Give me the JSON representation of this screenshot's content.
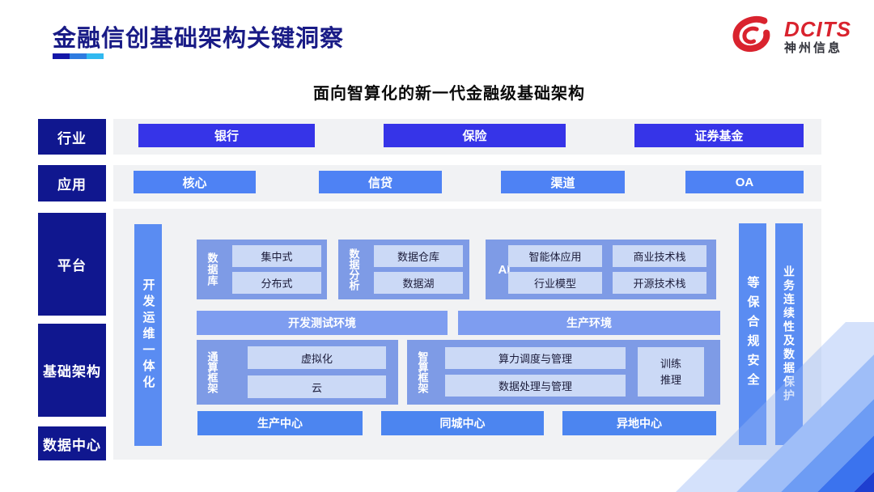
{
  "header": {
    "title": "金融信创基础架构关键洞察",
    "logo_brand": "DCITS",
    "logo_company": "神州信息"
  },
  "subtitle": "面向智算化的新一代金融级基础架构",
  "side_labels": [
    "行业",
    "应用",
    "平台",
    "基础架构",
    "数据中心"
  ],
  "industry_row": [
    "银行",
    "保险",
    "证券基金"
  ],
  "application_row": [
    "核心",
    "信贷",
    "渠道",
    "OA"
  ],
  "platform": {
    "devops_bar": "开发运维一体化",
    "security_bar": "等保合规安全",
    "continuity_bar": "业务连续性及数据保护",
    "database_group": {
      "label": "数据库",
      "items": [
        "集中式",
        "分布式"
      ]
    },
    "analytics_group": {
      "label": "数据分析",
      "items": [
        "数据仓库",
        "数据湖"
      ]
    },
    "ai_group": {
      "label": "AI",
      "items": [
        "智能体应用",
        "商业技术栈",
        "行业模型",
        "开源技术栈"
      ]
    },
    "env_bars": [
      "开发测试环境",
      "生产环境"
    ],
    "general_compute_group": {
      "label": "通算框架",
      "items": [
        "虚拟化",
        "云"
      ]
    },
    "ai_compute_group": {
      "label": "智算框架",
      "items": [
        "算力调度与管理",
        "数据处理与管理"
      ],
      "side_item": "训练推理"
    },
    "datacenter_bars": [
      "生产中心",
      "同城中心",
      "异地中心"
    ]
  },
  "colors": {
    "brand_red": "#d9232e",
    "title_navy": "#191b86",
    "rail_navy": "#10178f",
    "indigo_chip": "#3634e8",
    "blue_chip": "#4e82f4",
    "bar_blue": "#5a8cf2",
    "group_periwinkle": "#7e9be6",
    "light_box": "#cbd9f6",
    "panel_gray": "#f1f2f4"
  }
}
